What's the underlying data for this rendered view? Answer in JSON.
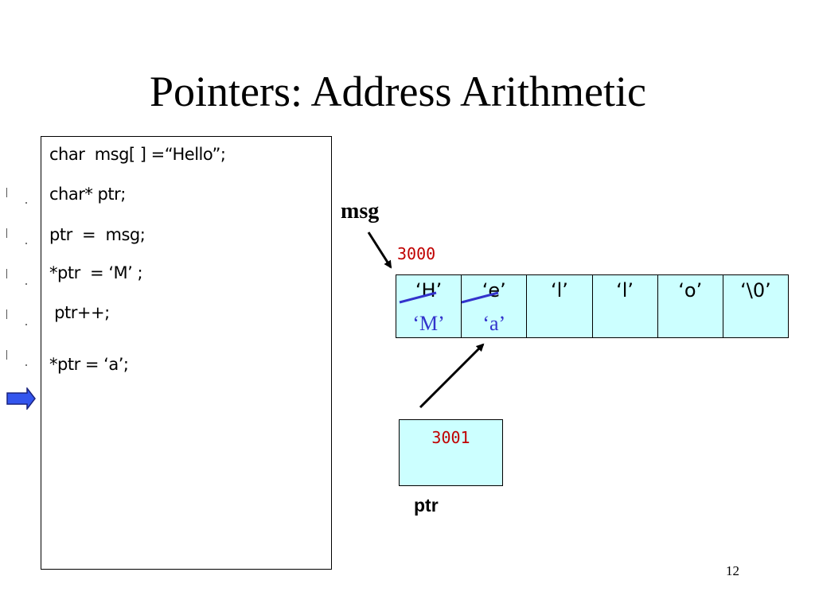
{
  "slide": {
    "title": "Pointers: Address Arithmetic",
    "page_number": "12"
  },
  "code": {
    "lines": [
      "char  msg[ ] =“Hello”;",
      "char* ptr;",
      "ptr  =  msg;",
      "*ptr  = ‘M’ ;",
      " ptr++;",
      "*ptr = ‘a’;"
    ]
  },
  "diagram": {
    "msg_label": "msg",
    "msg_address": "3000",
    "ptr_label": "ptr",
    "ptr_value": "3001",
    "cells": [
      {
        "old": "‘H’",
        "new": "‘M’",
        "crossed": true
      },
      {
        "old": "‘e’",
        "new": "‘a’",
        "crossed": true
      },
      {
        "old": "‘l’",
        "new": "",
        "crossed": false
      },
      {
        "old": "‘l’",
        "new": "",
        "crossed": false
      },
      {
        "old": "‘o’",
        "new": "",
        "crossed": false
      },
      {
        "old": "‘\\0’",
        "new": "",
        "crossed": false
      }
    ],
    "colors": {
      "address": "#c00000",
      "new_value": "#3333cc",
      "cell_fill": "#ccffff",
      "current_line_arrow": "#3355ee"
    }
  }
}
